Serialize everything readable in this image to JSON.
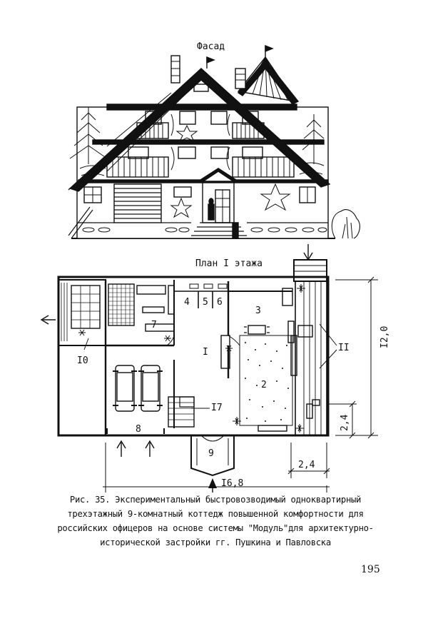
{
  "figure": {
    "facade_title": "Фасад",
    "plan_title": "План I этажа",
    "room_labels": {
      "r1": "I",
      "r2": "2",
      "r3": "3",
      "r4": "4",
      "r5": "5",
      "r6": "6",
      "r7": "7",
      "r8": "8",
      "r9": "9",
      "r10": "I0",
      "r11": "II",
      "r17": "I7"
    },
    "dimensions": {
      "height_total": "I2,0",
      "height_part": "2,4",
      "width_part": "2,4",
      "width_total": "I6,8"
    }
  },
  "caption": {
    "line1": "Рис. 35. Экспериментальный быстровозводимый одноквартирный",
    "line2": "трехэтажный 9-комнатный коттедж повышенной комфортности для",
    "line3": "российских офицеров на основе системы \"Модуль\"для архитектурно-",
    "line4": "исторической застройки гг. Пушкина и Павловска"
  },
  "page_number": "195"
}
